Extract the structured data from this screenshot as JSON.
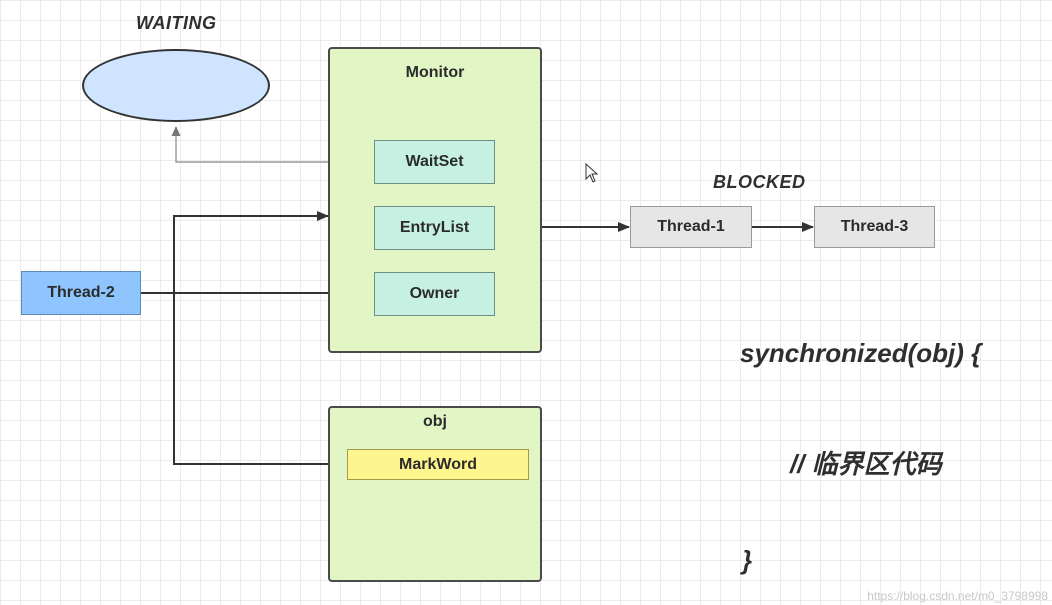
{
  "states": {
    "waiting": "WAITING",
    "blocked": "BLOCKED"
  },
  "monitor": {
    "title": "Monitor",
    "wait_set": "WaitSet",
    "entry_list": "EntryList",
    "owner": "Owner"
  },
  "obj": {
    "title": "obj",
    "mark_word": "MarkWord"
  },
  "threads": {
    "owner_thread": "Thread-2",
    "blocked": [
      "Thread-1",
      "Thread-3"
    ]
  },
  "code": {
    "line1": "synchronized(obj) {",
    "line2": "// 临界区代码",
    "line3": "}"
  },
  "colors": {
    "panel_fill": "#e1f6c4",
    "slot_fill": "#c6f1e2",
    "thread_active": "#8ec5ff",
    "thread_blocked": "#e6e6e6",
    "markword_fill": "#fff58f",
    "waiting_fill": "#cfe4ff"
  },
  "watermark": "https://blog.csdn.net/m0_3798998"
}
